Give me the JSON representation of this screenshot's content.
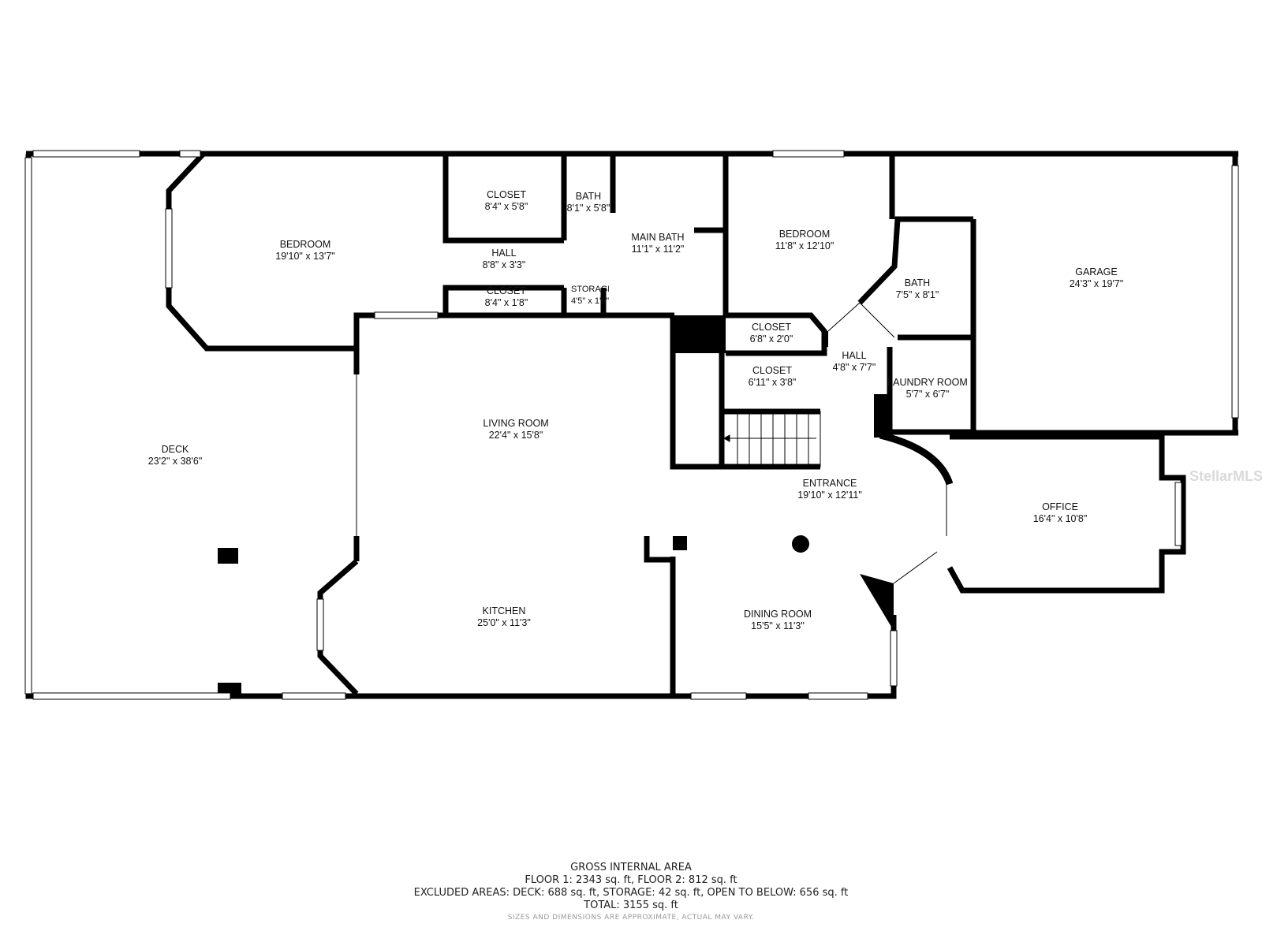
{
  "rooms": [
    {
      "id": "deck",
      "name": "DECK",
      "dims": "23'2\" x 38'6\""
    },
    {
      "id": "bedroom-1",
      "name": "BEDROOM",
      "dims": "19'10\" x 13'7\""
    },
    {
      "id": "closet-1",
      "name": "CLOSET",
      "dims": "8'4\" x 5'8\""
    },
    {
      "id": "bath-1",
      "name": "BATH",
      "dims": "8'1\" x 5'8\""
    },
    {
      "id": "hall-1",
      "name": "HALL",
      "dims": "8'8\" x 3'3\""
    },
    {
      "id": "main-bath",
      "name": "MAIN BATH",
      "dims": "11'1\" x 11'2\""
    },
    {
      "id": "closet-2",
      "name": "CLOSET",
      "dims": "8'4\" x 1'8\""
    },
    {
      "id": "storage",
      "name": "STORAGE",
      "dims": "4'5\" x 1'6\""
    },
    {
      "id": "bedroom-2",
      "name": "BEDROOM",
      "dims": "11'8\" x 12'10\""
    },
    {
      "id": "garage",
      "name": "GARAGE",
      "dims": "24'3\" x 19'7\""
    },
    {
      "id": "bath-2",
      "name": "BATH",
      "dims": "7'5\" x 8'1\""
    },
    {
      "id": "closet-3",
      "name": "CLOSET",
      "dims": "6'8\" x 2'0\""
    },
    {
      "id": "hall-2",
      "name": "HALL",
      "dims": "4'8\" x 7'7\""
    },
    {
      "id": "closet-4",
      "name": "CLOSET",
      "dims": "6'11\" x 3'8\""
    },
    {
      "id": "laundry",
      "name": "LAUNDRY ROOM",
      "dims": "5'7\" x 6'7\""
    },
    {
      "id": "living",
      "name": "LIVING ROOM",
      "dims": "22'4\" x 15'8\""
    },
    {
      "id": "entrance",
      "name": "ENTRANCE",
      "dims": "19'10\" x 12'11\""
    },
    {
      "id": "office",
      "name": "OFFICE",
      "dims": "16'4\" x 10'8\""
    },
    {
      "id": "kitchen",
      "name": "KITCHEN",
      "dims": "25'0\" x 11'3\""
    },
    {
      "id": "dining",
      "name": "DINING ROOM",
      "dims": "15'5\" x 11'3\""
    }
  ],
  "summary": {
    "title": "GROSS INTERNAL AREA",
    "floors": "FLOOR 1: 2343 sq. ft, FLOOR 2: 812 sq. ft",
    "excluded": "EXCLUDED AREAS: DECK: 688 sq. ft, STORAGE: 42 sq. ft, OPEN TO BELOW: 656 sq. ft",
    "total": "TOTAL: 3155 sq. ft",
    "disclaimer": "SIZES AND DIMENSIONS ARE APPROXIMATE, ACTUAL MAY VARY."
  },
  "watermark": "StellarMLS",
  "colors": {
    "wall": "#000000",
    "window": "#ffffff",
    "background": "#ffffff"
  }
}
